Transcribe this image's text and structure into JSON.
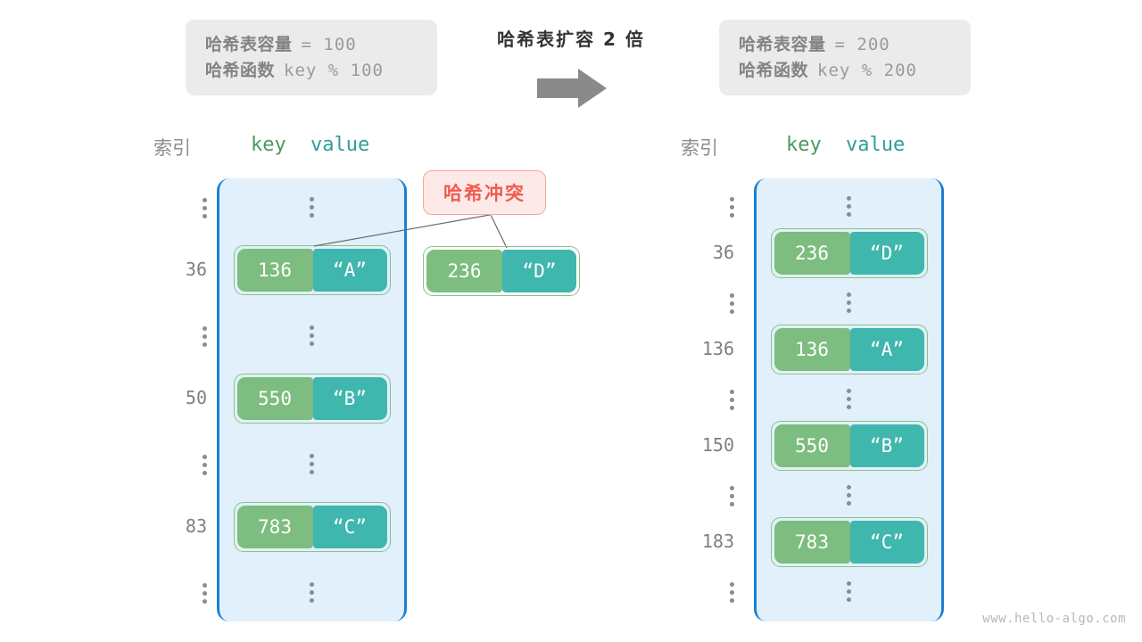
{
  "panels": {
    "left": {
      "capacity_label": "哈希表容量",
      "capacity_value": "= 100",
      "function_label": "哈希函数",
      "function_value": "key % 100"
    },
    "right": {
      "capacity_label": "哈希表容量",
      "capacity_value": "= 200",
      "function_label": "哈希函数",
      "function_value": "key % 200"
    }
  },
  "center": {
    "title": "哈希表扩容 2 倍",
    "arrow_icon": "right-arrow-icon"
  },
  "headers": {
    "index": "索引",
    "key": "key",
    "value": "value"
  },
  "tables": {
    "left": {
      "rows": [
        {
          "type": "ellipsis",
          "index": "⋮"
        },
        {
          "type": "entry",
          "index": "36",
          "key": "136",
          "value": "“A”"
        },
        {
          "type": "ellipsis",
          "index": "⋮"
        },
        {
          "type": "entry",
          "index": "50",
          "key": "550",
          "value": "“B”"
        },
        {
          "type": "ellipsis",
          "index": "⋮"
        },
        {
          "type": "entry",
          "index": "83",
          "key": "783",
          "value": "“C”"
        },
        {
          "type": "ellipsis",
          "index": "⋮"
        }
      ]
    },
    "right": {
      "rows": [
        {
          "type": "ellipsis",
          "index": "⋮"
        },
        {
          "type": "entry",
          "index": "36",
          "key": "236",
          "value": "“D”"
        },
        {
          "type": "ellipsis",
          "index": "⋮"
        },
        {
          "type": "entry",
          "index": "136",
          "key": "136",
          "value": "“A”"
        },
        {
          "type": "ellipsis",
          "index": "⋮"
        },
        {
          "type": "entry",
          "index": "150",
          "key": "550",
          "value": "“B”"
        },
        {
          "type": "ellipsis",
          "index": "⋮"
        },
        {
          "type": "entry",
          "index": "183",
          "key": "783",
          "value": "“C”"
        },
        {
          "type": "ellipsis",
          "index": "⋮"
        }
      ]
    }
  },
  "collision": {
    "badge_label": "哈希冲突",
    "key": "236",
    "value": "“D”"
  },
  "watermark": "www.hello-algo.com",
  "colors": {
    "panel_bg": "#ebebeb",
    "panel_label": "#838383",
    "panel_value": "#9a9a9a",
    "title": "#333333",
    "arrow": "#8a8a8a",
    "key_header": "#4a9a5e",
    "value_header": "#2f9e98",
    "index_text": "#808080",
    "bucket_bg": "#e2f0fb",
    "bucket_border": "#1b7fd4",
    "pair_border": "#86c484",
    "key_cell": "#7dbd7f",
    "value_cell": "#3fb6ae",
    "collision_bg": "#fdeae8",
    "collision_border": "#f4a79e",
    "collision_text": "#f05b4f",
    "leader_line": "#6b6b6b",
    "watermark": "#b7b7b7"
  }
}
